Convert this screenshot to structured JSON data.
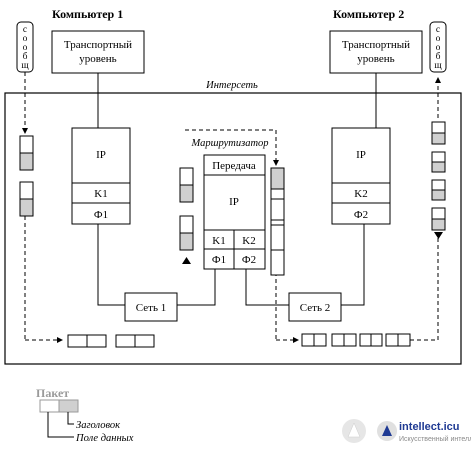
{
  "computers": {
    "left_title": "Компьютер 1",
    "right_title": "Компьютер 2",
    "transport_label": "Транспортный уровень"
  },
  "message_label": "сообщ",
  "internetwork_label": "Интерсеть",
  "router_label": "Маршрутизатор",
  "stack": {
    "ip_label": "IP",
    "k1_label": "K1",
    "k2_label": "K2",
    "f1_label": "Ф1",
    "f2_label": "Ф2",
    "forward_label": "Передача"
  },
  "networks": {
    "net1_label": "Сеть 1",
    "net2_label": "Сеть 2"
  },
  "legend": {
    "packet_label": "Пакет",
    "header_label": "Заголовок",
    "data_label": "Поле данных"
  },
  "watermark": {
    "brand": "intellect.icu",
    "tagline": "Искусственный интеллект"
  },
  "colors": {
    "line": "#000000",
    "packet_header_fill": "#d0d0d0",
    "legend_gray": "#9a9a9a",
    "brand_blue": "#1f3a93"
  }
}
